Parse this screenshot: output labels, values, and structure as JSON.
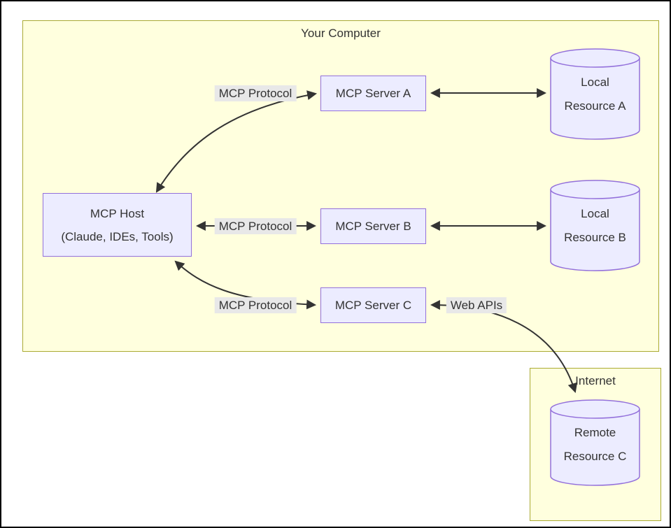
{
  "diagram": {
    "your_computer": {
      "title": "Your Computer"
    },
    "internet": {
      "title": "Internet"
    },
    "nodes": {
      "mcp_host": {
        "label": "MCP Host\n(Claude, IDEs, Tools)"
      },
      "mcp_server_a": {
        "label": "MCP Server A"
      },
      "mcp_server_b": {
        "label": "MCP Server B"
      },
      "mcp_server_c": {
        "label": "MCP Server C"
      },
      "local_resource_a": {
        "label": "Local\nResource A"
      },
      "local_resource_b": {
        "label": "Local\nResource B"
      },
      "remote_resource_c": {
        "label": "Remote\nResource C"
      }
    },
    "edge_labels": {
      "protocol_a": {
        "label": "MCP Protocol"
      },
      "protocol_b": {
        "label": "MCP Protocol"
      },
      "protocol_c": {
        "label": "MCP Protocol"
      },
      "web_apis": {
        "label": "Web APIs"
      }
    },
    "colors": {
      "group_fill": "#ffffde",
      "group_border": "#aaaa33",
      "node_fill": "#ECECFF",
      "node_border": "#9370DB",
      "edge_label_bg": "#e8e8e8",
      "line": "#333333"
    }
  }
}
